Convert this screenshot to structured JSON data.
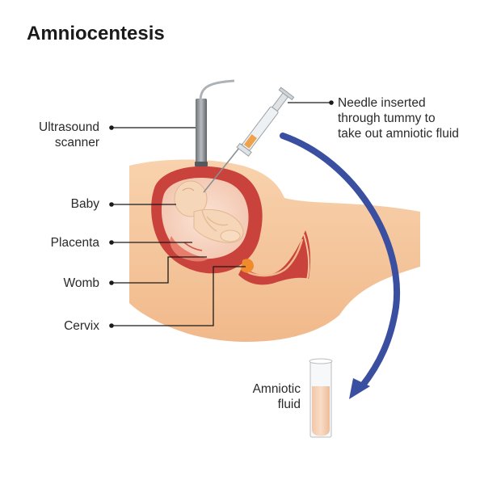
{
  "title": "Amniocentesis",
  "labels": {
    "ultrasound_line1": "Ultrasound",
    "ultrasound_line2": "scanner",
    "baby": "Baby",
    "placenta": "Placenta",
    "womb": "Womb",
    "cervix": "Cervix",
    "needle_line1": "Needle inserted",
    "needle_line2": "through tummy to",
    "needle_line3": "take out amniotic fluid",
    "fluid_line1": "Amniotic",
    "fluid_line2": "fluid"
  },
  "colors": {
    "skin": "#f6c9a0",
    "womb": "#c9423c",
    "arrow": "#3b4fa0",
    "amniotic_fluid": "#f4d0b4"
  }
}
